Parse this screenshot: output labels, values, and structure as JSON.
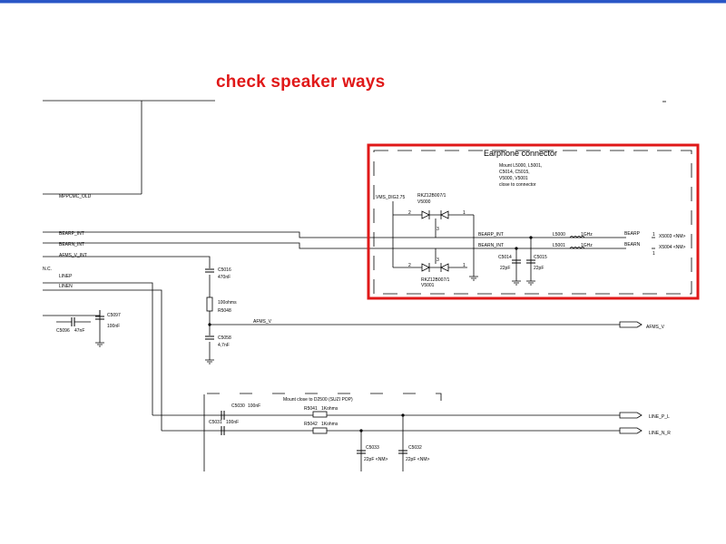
{
  "slide": {
    "title": "check speaker ways",
    "accent_color": "#e01818",
    "bar_color": "#2a56c6"
  },
  "earphone": {
    "title": "Earphone connector",
    "note_lines": [
      "Mount L5000, L5001,",
      "C5014, C5015,",
      "V5000, V5001",
      "close to connector"
    ],
    "vms": "VMS_DIG2.75",
    "diode_top_part": "RKZ12B007/1",
    "diode_top_ref": "V5000",
    "diode_bot_part": "RKZ12B007/1",
    "diode_bot_ref": "V5001",
    "l_top": "L5000",
    "l_top_val": "1GHz",
    "l_bot": "L5001",
    "l_bot_val": "1GHz",
    "c5014": "C5014",
    "c5014_val": "22pF",
    "c5015": "C5015",
    "c5015_val": "22pF",
    "bearp": "BEARP",
    "bearn": "BEARN",
    "x5003": "X5003 <NM>",
    "x5004": "X5004 <NM>",
    "pin1": "1",
    "pin2": "2",
    "pin3": "3"
  },
  "nets": {
    "mppcmc": "MPPCMC_OLD",
    "bearp_int": "BEARP_INT",
    "bearn_int": "BEARN_INT",
    "afms_v_int": "AFMS_V_INT",
    "nc": "N.C.",
    "linep": "LINEP",
    "linen": "LINEN",
    "afms_v": "AFMS_V",
    "line_p_l": "LINE_P_L",
    "line_n_r": "LINE_N_R"
  },
  "components": {
    "c5016": "C5016",
    "c5016_val": "470nF",
    "r5048_val": "100ohms",
    "r5048": "R5048",
    "c5058": "C5058",
    "c5058_val": "4,7nF",
    "c5096": "C5096",
    "c5096_val": "47nF",
    "c5097": "C5097",
    "c5097_val": "100nF",
    "mount_note": "Mount close to D2500 (SUZI POP)",
    "c5030": "C5030",
    "c5030_val": "100nF",
    "c5031": "C5031",
    "c5031_val": "100nF",
    "r5041": "R5041",
    "r5041_val": "1Kohms",
    "r5042": "R5042",
    "r5042_val": "1Kohms",
    "c5033": "C5033",
    "c5033_val": "22pF <NM>",
    "c5032": "C5032",
    "c5032_val": "22pF <NM>"
  }
}
